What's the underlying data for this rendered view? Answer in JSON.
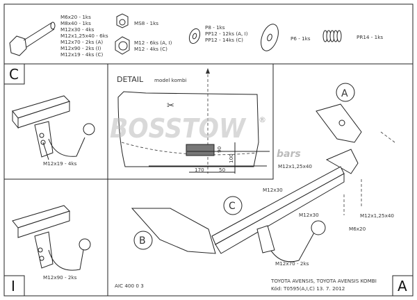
{
  "parts": {
    "bolts": [
      "M6x20 - 1ks",
      "M8x40 - 1ks",
      "M12x30 - 4ks",
      "M12x1,25x40 - 6ks",
      "M12x70 - 2ks (A)",
      "M12x90 - 2ks (I)",
      "M12x19 - 4ks (C)"
    ],
    "ms8": "MS8 - 1ks",
    "nuts": [
      "M12 - 6ks (A, I)",
      "M12 - 4ks (C)"
    ],
    "washers": [
      "P8 - 1ks",
      "PP12 - 12ks (A, I)",
      "PP12 - 14ks (C)"
    ],
    "p6": "P6 - 1ks",
    "pr14": "PR14 - 1ks"
  },
  "panel_c": {
    "letter": "C",
    "label": "M12x19 - 4ks"
  },
  "panel_i": {
    "letter": "I",
    "label": "M12x90 - 2ks"
  },
  "detail": {
    "title": "DETAIL",
    "subtitle": "model kombi",
    "dim_170": "170",
    "dim_50": "50",
    "dim_90": "90",
    "dim_100": "100"
  },
  "watermark": {
    "brand": "BOSSTOW",
    "suffix": "bars",
    "reg": "®"
  },
  "main": {
    "callouts": [
      "A",
      "B",
      "C"
    ],
    "labels": {
      "m12x125x40_top": "M12x1,25x40",
      "m12x30_a": "M12x30",
      "m12x30_b": "M12x30",
      "m12x125x40_right": "M12x1,25x40",
      "m6x20": "M6x20",
      "m12x70": "M12x70 - 2ks"
    }
  },
  "footer": {
    "code_left": "AIC 400 0 3",
    "title": "TOYOTA AVENSIS, TOYOTA AVENSIS KOMBI",
    "kod": "Kód: T0595(A,I,C)  13. 7. 2012",
    "letter": "A"
  }
}
